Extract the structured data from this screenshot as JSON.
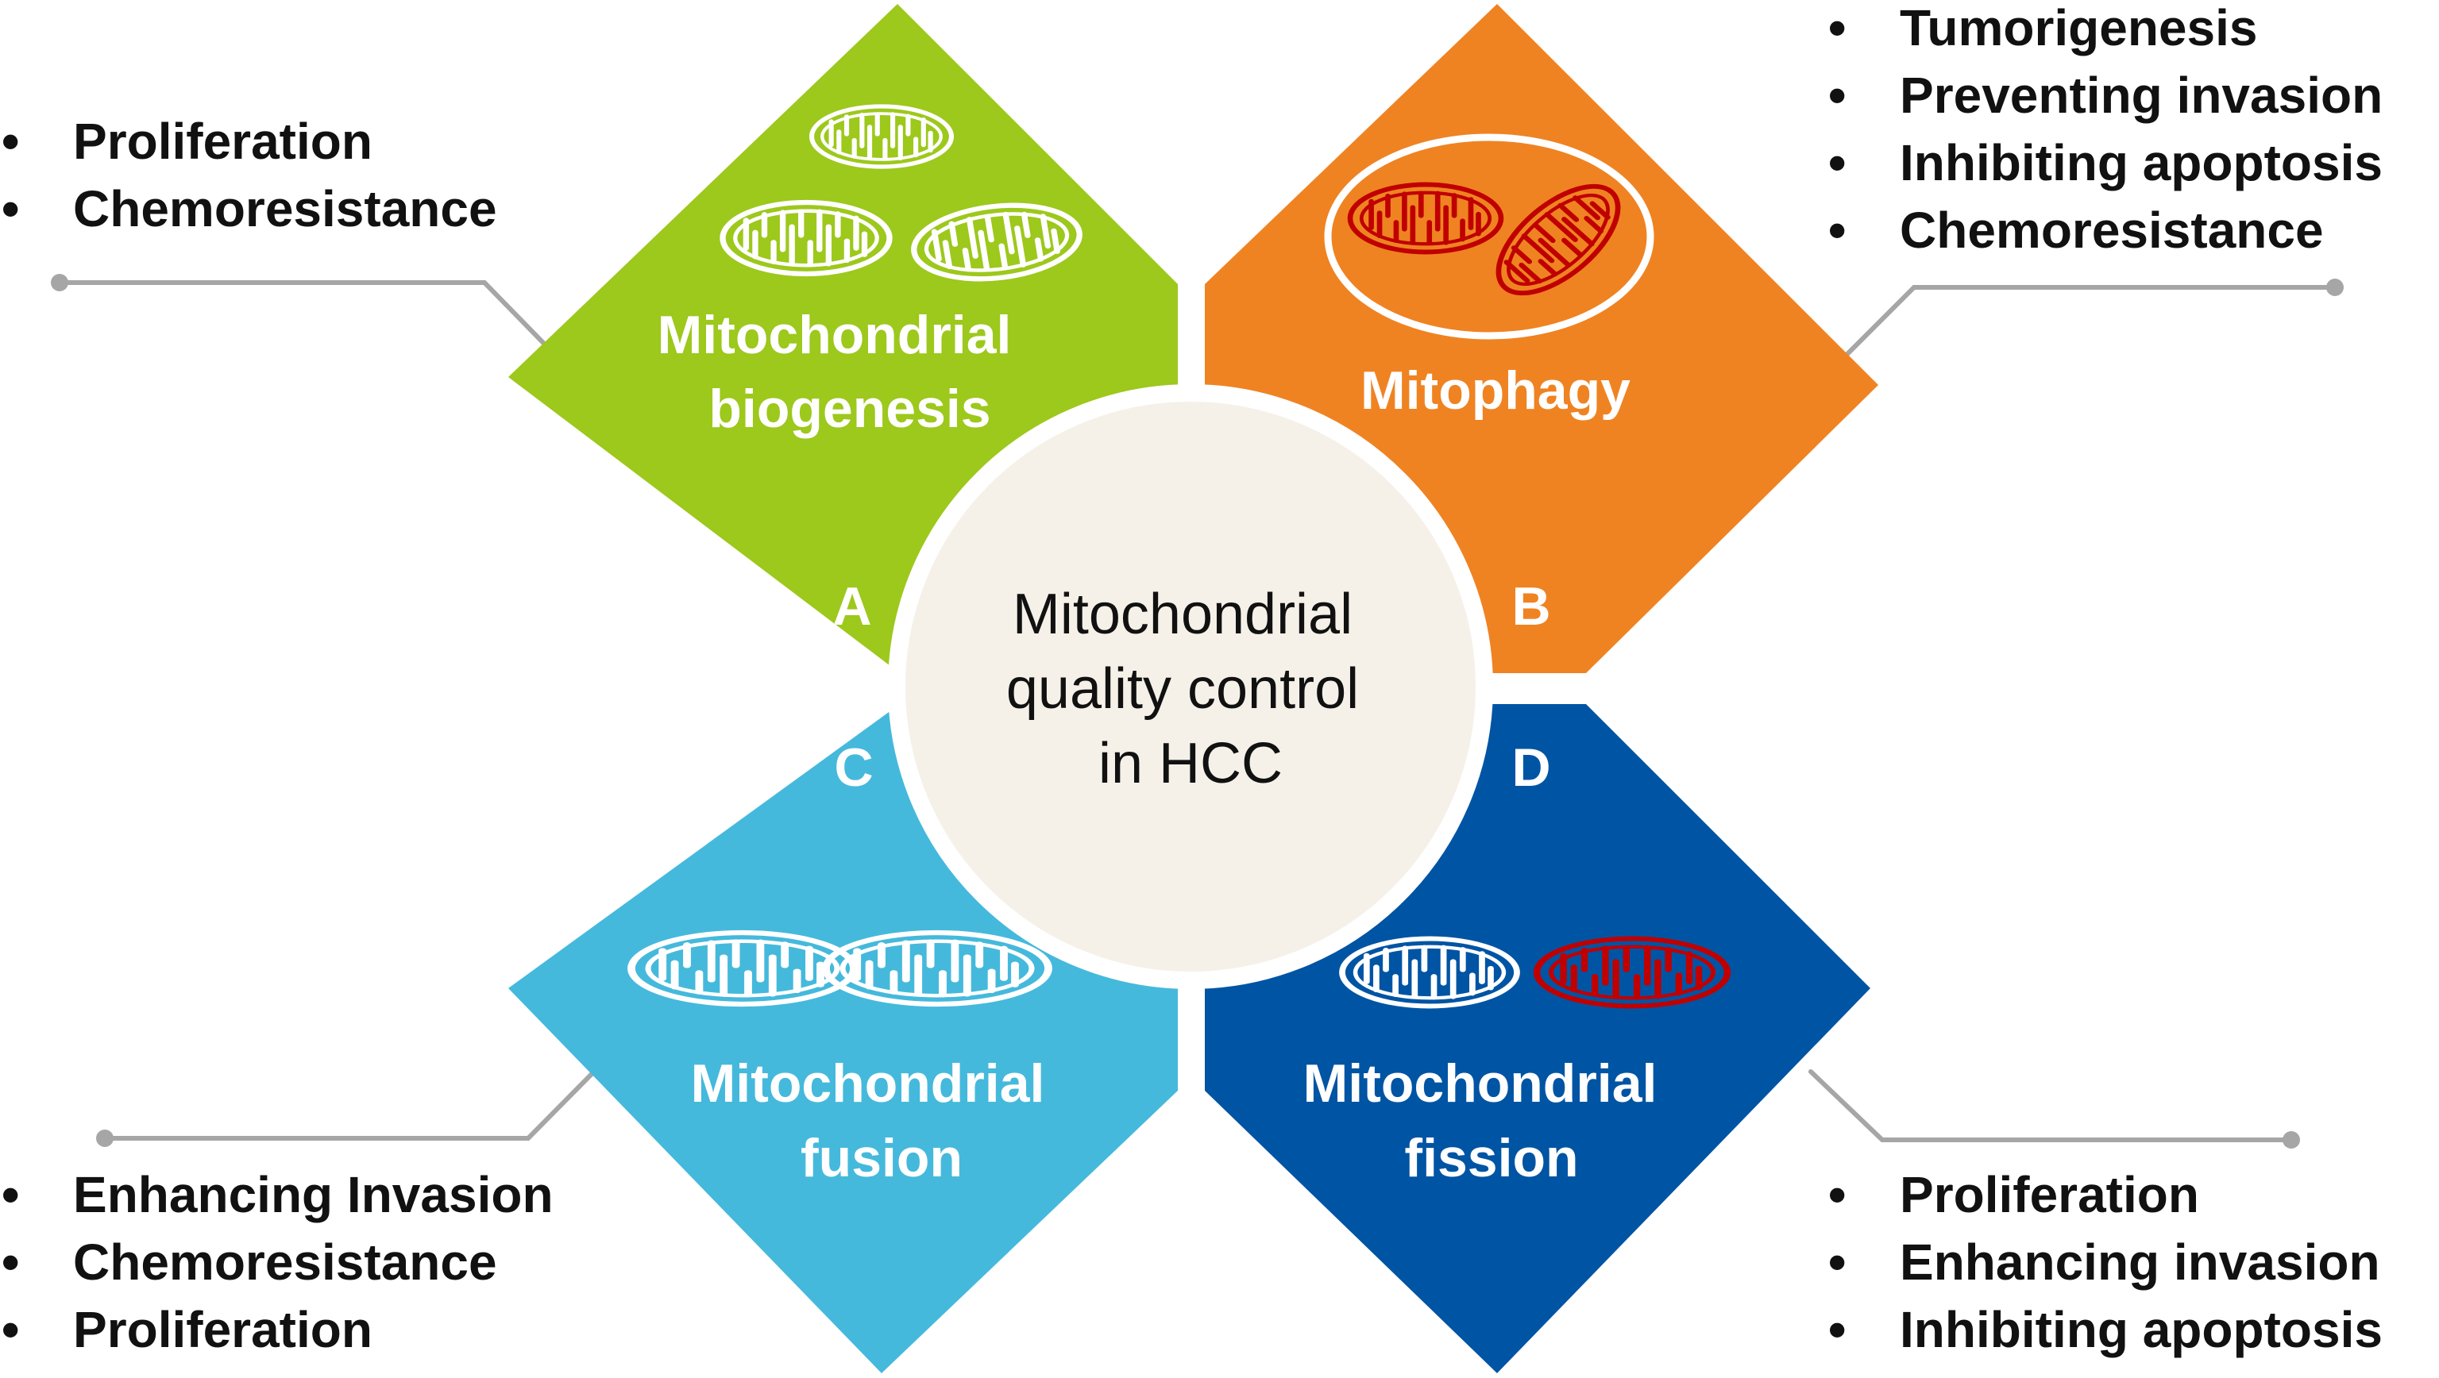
{
  "center": {
    "lines": [
      "Mitochondrial",
      "quality control",
      "in HCC"
    ]
  },
  "quadrants": {
    "a": {
      "letter": "A",
      "title_lines": [
        "Mitochondrial",
        "biogenesis"
      ],
      "color": "#9DC81C",
      "icon": "three-mitochondria-icon",
      "effects": [
        "Proliferation",
        "Chemoresistance"
      ]
    },
    "b": {
      "letter": "B",
      "title_lines": [
        "Mitophagy"
      ],
      "color": "#EF8322",
      "icon": "autophagosome-mitochondria-icon",
      "effects": [
        "Tumorigenesis",
        "Preventing invasion",
        "Inhibiting apoptosis",
        "Chemoresistance"
      ]
    },
    "c": {
      "letter": "C",
      "title_lines": [
        "Mitochondrial",
        "fusion"
      ],
      "color": "#45B9DC",
      "icon": "fusing-mitochondria-icon",
      "effects": [
        "Enhancing Invasion",
        "Chemoresistance",
        "Proliferation"
      ]
    },
    "d": {
      "letter": "D",
      "title_lines": [
        "Mitochondrial",
        "fission"
      ],
      "color": "#0054A4",
      "icon": "dividing-mitochondria-icon",
      "effects": [
        "Proliferation",
        "Enhancing invasion",
        "Inhibiting apoptosis"
      ]
    }
  },
  "colors": {
    "center_fill": "#F5F1E8",
    "connector": "#A6A6A6",
    "damaged_mitochondrion": "#C00000",
    "label_text": "#111111"
  }
}
